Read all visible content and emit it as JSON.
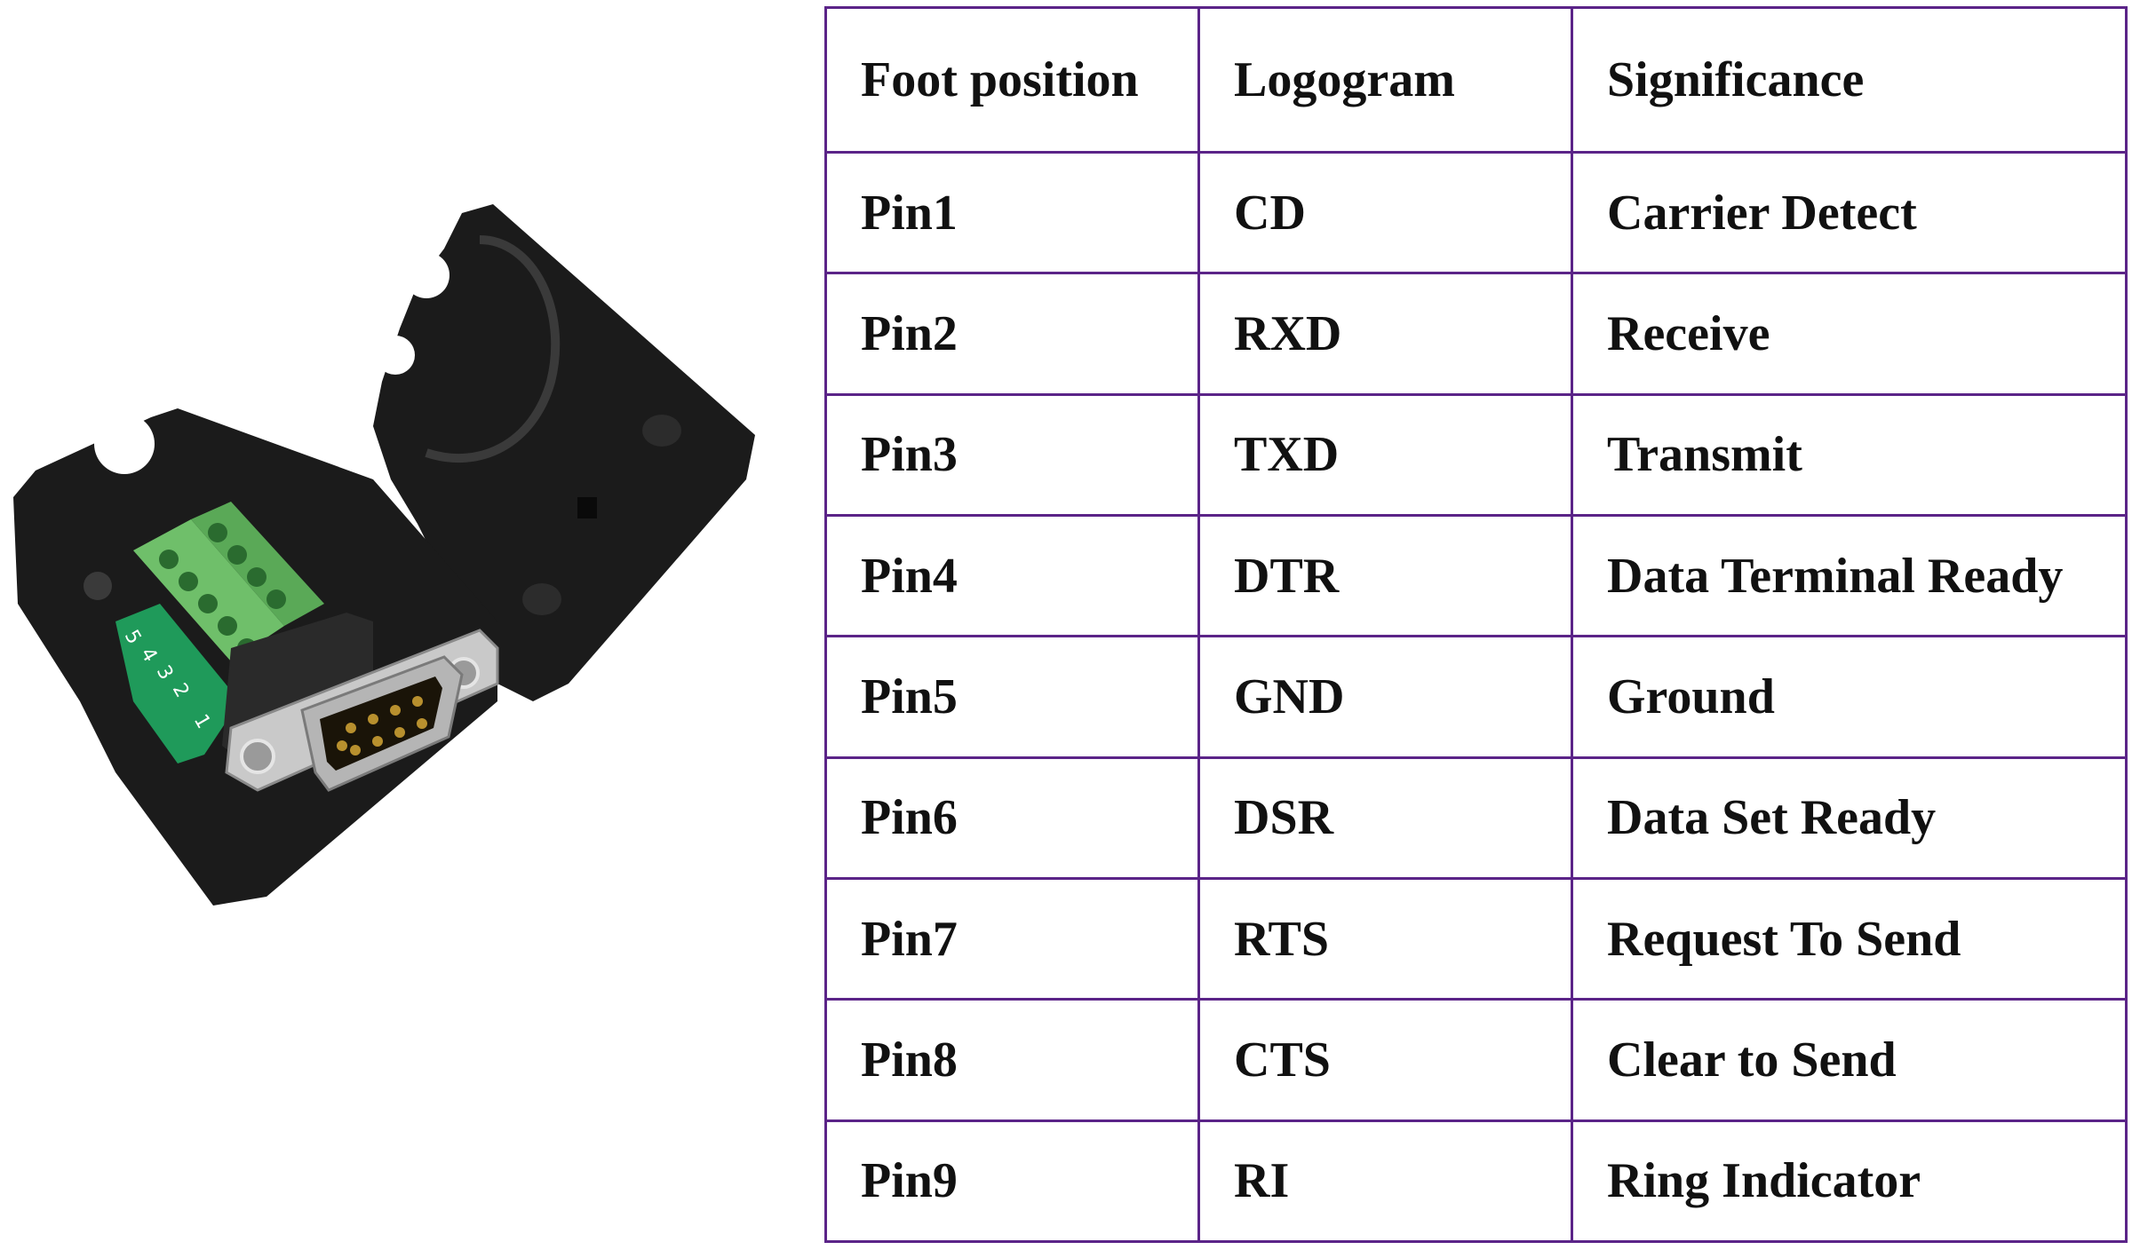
{
  "image": {
    "description_icon": "db9-terminal-connector-photo",
    "colors": {
      "housing": "#1b1b1b",
      "terminal_block": "#6fbf6a",
      "pcb": "#1f9a5a",
      "shell": "#c9c9c9",
      "pins": "#b8902e"
    },
    "pcb_labels": [
      "5",
      "4",
      "3",
      "2",
      "1"
    ]
  },
  "table": {
    "border_color": "#5b2488",
    "headers": [
      "Foot position",
      "Logogram",
      "Significance"
    ],
    "rows": [
      {
        "position": "Pin1",
        "logogram": "CD",
        "significance": "Carrier Detect"
      },
      {
        "position": "Pin2",
        "logogram": "RXD",
        "significance": "Receive"
      },
      {
        "position": "Pin3",
        "logogram": "TXD",
        "significance": "Transmit"
      },
      {
        "position": "Pin4",
        "logogram": "DTR",
        "significance": "Data Terminal Ready"
      },
      {
        "position": "Pin5",
        "logogram": "GND",
        "significance": "Ground"
      },
      {
        "position": "Pin6",
        "logogram": "DSR",
        "significance": "Data Set Ready"
      },
      {
        "position": "Pin7",
        "logogram": "RTS",
        "significance": "Request To Send"
      },
      {
        "position": "Pin8",
        "logogram": "CTS",
        "significance": "Clear to Send"
      },
      {
        "position": "Pin9",
        "logogram": "RI",
        "significance": "Ring Indicator"
      }
    ]
  }
}
